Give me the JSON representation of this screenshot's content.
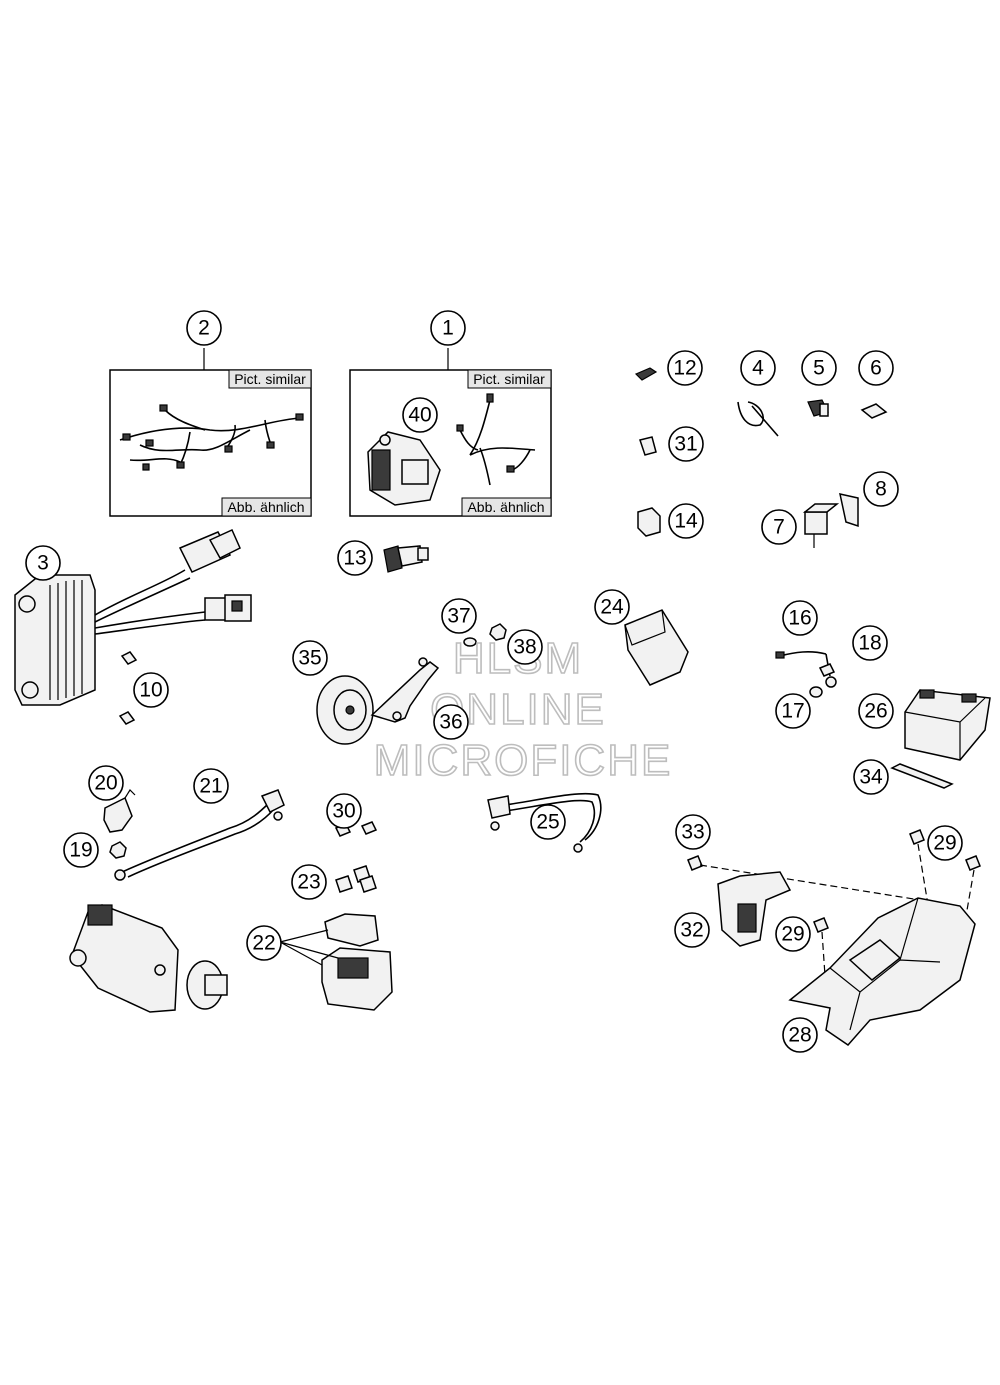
{
  "box_tags": {
    "harness_2_top": "Pict. similar",
    "harness_2_bottom": "Abb. ähnlich",
    "harness_1_top": "Pict. similar",
    "harness_1_bottom": "Abb. ähnlich"
  },
  "watermark": {
    "line1": "HLSM",
    "line2": "ONLINE",
    "line3": "MICROFICHE"
  },
  "callouts": {
    "c1": "1",
    "c2": "2",
    "c3": "3",
    "c4": "4",
    "c5": "5",
    "c6": "6",
    "c7": "7",
    "c8": "8",
    "c10": "10",
    "c12": "12",
    "c13": "13",
    "c14": "14",
    "c16": "16",
    "c17": "17",
    "c18": "18",
    "c19": "19",
    "c20": "20",
    "c21": "21",
    "c22": "22",
    "c23": "23",
    "c24": "24",
    "c25": "25",
    "c26": "26",
    "c28": "28",
    "c29a": "29",
    "c29b": "29",
    "c30": "30",
    "c31": "31",
    "c32": "32",
    "c33": "33",
    "c34": "34",
    "c35": "35",
    "c36": "36",
    "c37": "37",
    "c38": "38",
    "c40": "40"
  }
}
